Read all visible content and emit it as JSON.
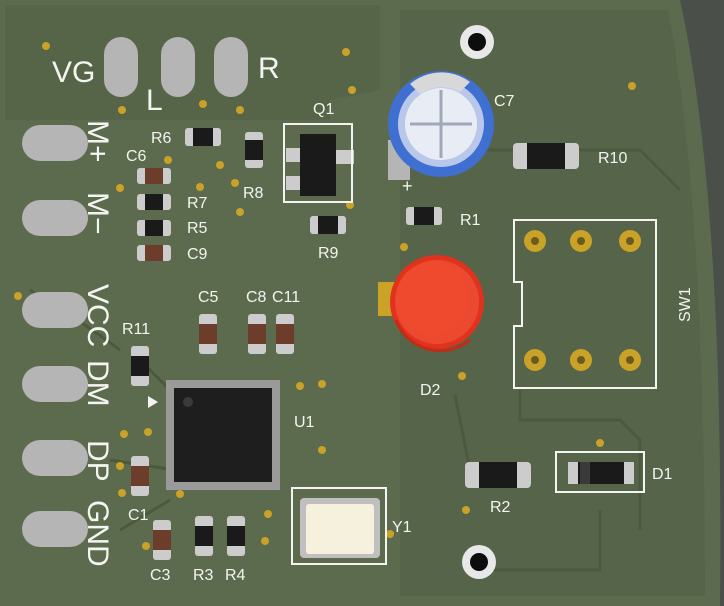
{
  "colors": {
    "pcb": "#5c6b4e",
    "pcb_dark": "#4e5c42",
    "copper_trace": "#52613f",
    "silk": "#f4f4f0",
    "pad": "#b5b5b5",
    "gold": "#c9a227",
    "led_red": "#e0321c",
    "cap_blue": "#3f6fd0"
  },
  "labels": {
    "vg": "VG",
    "l": "L",
    "r": "R",
    "m_plus": "M+",
    "m_minus": "M−",
    "vcc": "VCC",
    "dm": "DM",
    "dp": "DP",
    "gnd": "GND"
  },
  "refs": {
    "q1": "Q1",
    "c7": "C7",
    "r6": "R6",
    "c6": "C6",
    "r8": "R8",
    "r10": "R10",
    "r7": "R7",
    "r5": "R5",
    "c9": "C9",
    "r9": "R9",
    "r1": "R1",
    "sw1": "SW1",
    "c5": "C5",
    "c8": "C8",
    "c11": "C11",
    "r11": "R11",
    "d2": "D2",
    "u1": "U1",
    "d1": "D1",
    "r2": "R2",
    "c1": "C1",
    "y1": "Y1",
    "c3": "C3",
    "r3": "R3",
    "r4": "R4",
    "plus": "+"
  }
}
